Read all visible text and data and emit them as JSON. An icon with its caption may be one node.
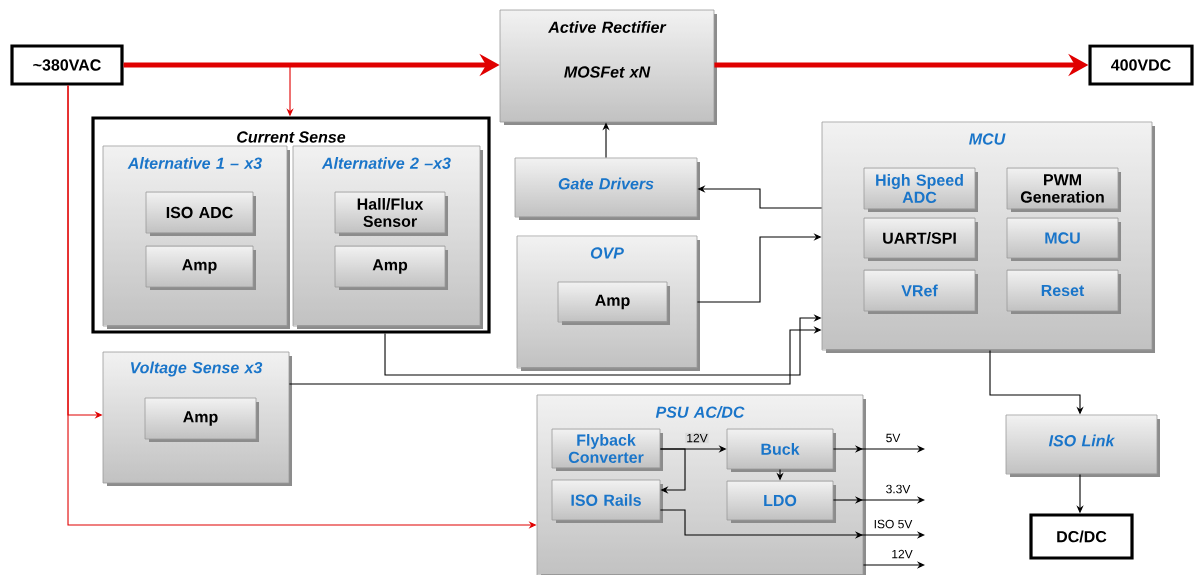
{
  "diagram": {
    "nodes": [
      {
        "text": [
          "~380VAC"
        ]
      },
      {
        "text": [
          "Active Rectifier",
          "MOSFet xN"
        ]
      },
      {
        "text": [
          "400VDC"
        ]
      },
      {
        "text": [
          "Current Sense"
        ]
      },
      {
        "text": [
          "Alternative 1 – x3"
        ],
        "in": 3
      },
      {
        "text": [
          "ISO ADC"
        ],
        "in": 4
      },
      {
        "text": [
          "Amp"
        ],
        "in": 4
      },
      {
        "text": [
          "Alternative 2 –x3"
        ],
        "in": 3
      },
      {
        "text": [
          "Hall/Flux Sensor"
        ],
        "in": 7
      },
      {
        "text": [
          "Amp"
        ],
        "in": 7
      },
      {
        "text": [
          "Gate Drivers"
        ]
      },
      {
        "text": [
          "OVP"
        ]
      },
      {
        "text": [
          "Amp"
        ],
        "in": 11
      },
      {
        "text": [
          "MCU"
        ]
      },
      {
        "text": [
          "High Speed ADC"
        ],
        "in": 13
      },
      {
        "text": [
          "PWM Generation"
        ],
        "in": 13
      },
      {
        "text": [
          "UART/SPI"
        ],
        "in": 13
      },
      {
        "text": [
          "MCU"
        ],
        "in": 13
      },
      {
        "text": [
          "VRef"
        ],
        "in": 13
      },
      {
        "text": [
          "Reset"
        ],
        "in": 13
      },
      {
        "text": [
          "Voltage Sense x3"
        ]
      },
      {
        "text": [
          "Amp"
        ],
        "in": 20
      },
      {
        "text": [
          "PSU AC/DC"
        ]
      },
      {
        "text": [
          "Flyback Converter"
        ],
        "in": 22
      },
      {
        "text": [
          "ISO Rails"
        ],
        "in": 22
      },
      {
        "text": [
          "Buck"
        ],
        "in": 22
      },
      {
        "text": [
          "LDO"
        ],
        "in": 22
      },
      {
        "text": [
          "ISO Link"
        ]
      },
      {
        "text": [
          "DC/DC"
        ]
      }
    ],
    "edges": [
      {
        "from": 0,
        "to": 1,
        "arrow": "to",
        "style": "thick",
        "color": "#e00000"
      },
      {
        "from": 1,
        "to": 2,
        "arrow": "to",
        "style": "thick",
        "color": "#e00000"
      },
      {
        "from": 0,
        "to": 3,
        "arrow": "to",
        "color": "#e00000"
      },
      {
        "from": 0,
        "to": 20,
        "arrow": "to",
        "color": "#e00000"
      },
      {
        "from": 0,
        "to": 22,
        "arrow": "to",
        "color": "#e00000"
      },
      {
        "from": 10,
        "to": 1,
        "arrow": "to"
      },
      {
        "from": 13,
        "to": 10,
        "arrow": "to"
      },
      {
        "from": 11,
        "to": 13,
        "arrow": "to"
      },
      {
        "from": 3,
        "to": 13,
        "arrow": "to"
      },
      {
        "from": 20,
        "to": 13,
        "arrow": "to"
      },
      {
        "from": 13,
        "to": 27,
        "arrow": "to"
      },
      {
        "from": 27,
        "to": 28,
        "arrow": "to"
      },
      {
        "from": 23,
        "to": 25,
        "arrow": "to",
        "label": "12V"
      },
      {
        "from": 23,
        "to": 24,
        "arrow": "to"
      },
      {
        "from": 25,
        "to": 26,
        "arrow": "to"
      },
      {
        "from": 25,
        "to": null,
        "arrow": "to",
        "label": "5V"
      },
      {
        "from": 26,
        "to": null,
        "arrow": "to",
        "label": "3.3V"
      },
      {
        "from": 24,
        "to": null,
        "arrow": "to",
        "label": "ISO 5V"
      },
      {
        "from": 22,
        "to": null,
        "arrow": "to",
        "label": "12V"
      }
    ]
  }
}
